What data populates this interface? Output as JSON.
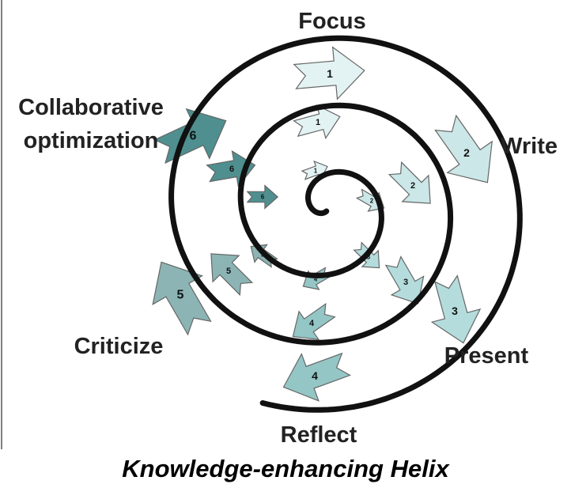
{
  "stages": [
    {
      "id": "focus",
      "label": "Focus",
      "number": "1",
      "color": "#e3f3f3"
    },
    {
      "id": "write",
      "label": "Write",
      "number": "2",
      "color": "#cbe7e7"
    },
    {
      "id": "present",
      "label": "Present",
      "number": "3",
      "color": "#b4dcdc"
    },
    {
      "id": "reflect",
      "label": "Reflect",
      "number": "4",
      "color": "#94c6c6"
    },
    {
      "id": "criticize",
      "label": "Criticize",
      "number": "5",
      "color": "#8cb4b4"
    },
    {
      "id": "collab",
      "label": "Collaborative optimization",
      "label_lines": [
        "Collaborative",
        "optimization"
      ],
      "number": "6",
      "color": "#4f8f8f"
    }
  ],
  "caption": "Knowledge-enhancing Helix",
  "spiral_color": "#111111",
  "arrow_stroke": "#666666"
}
